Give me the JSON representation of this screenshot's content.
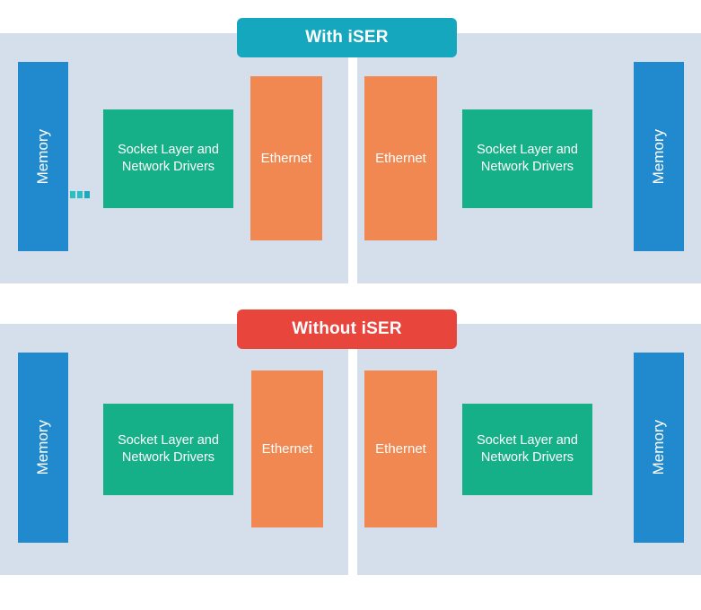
{
  "diagram": {
    "title_pills": [
      {
        "id": "with-iser",
        "label": "With iSER",
        "color": "#14a7be"
      },
      {
        "id": "without-iser",
        "label": "Without iSER",
        "color": "#e8463c"
      }
    ],
    "palette": {
      "panel_background": "#d4dfeb",
      "page_background": "#ffffff",
      "memory": "#2189ce",
      "socket_layer": "#16b088",
      "ethernet": "#f18851",
      "connector": "#2bbfc4"
    },
    "panels": [
      {
        "id": "with-iser-panel",
        "heading": "With iSER",
        "has_connector": true,
        "connector": {
          "name": "rdma-dashed-connector",
          "style": "dashed",
          "segments": 3,
          "color": "#2bbfc4",
          "from": "Memory",
          "to": "Socket Layer and Network Drivers"
        },
        "blocks": [
          {
            "id": "memory-left",
            "label": "Memory",
            "type": "memory",
            "orientation": "vertical",
            "side": "left"
          },
          {
            "id": "socket-left",
            "label": "Socket Layer and\nNetwork Drivers",
            "line1": "Socket Layer and",
            "line2": "Network Drivers",
            "type": "socket",
            "orientation": "horizontal",
            "side": "left"
          },
          {
            "id": "ethernet-left",
            "label": "Ethernet",
            "type": "ethernet",
            "orientation": "horizontal",
            "side": "left"
          },
          {
            "id": "ethernet-right",
            "label": "Ethernet",
            "type": "ethernet",
            "orientation": "horizontal",
            "side": "right"
          },
          {
            "id": "socket-right",
            "label": "Socket Layer and\nNetwork Drivers",
            "line1": "Socket Layer and",
            "line2": "Network Drivers",
            "type": "socket",
            "orientation": "horizontal",
            "side": "right"
          },
          {
            "id": "memory-right",
            "label": "Memory",
            "type": "memory",
            "orientation": "vertical",
            "side": "right"
          }
        ]
      },
      {
        "id": "without-iser-panel",
        "heading": "Without iSER",
        "has_connector": false,
        "blocks": [
          {
            "id": "memory-left",
            "label": "Memory",
            "type": "memory",
            "orientation": "vertical",
            "side": "left"
          },
          {
            "id": "socket-left",
            "label": "Socket Layer and\nNetwork Drivers",
            "line1": "Socket Layer and",
            "line2": "Network Drivers",
            "type": "socket",
            "orientation": "horizontal",
            "side": "left"
          },
          {
            "id": "ethernet-left",
            "label": "Ethernet",
            "type": "ethernet",
            "orientation": "horizontal",
            "side": "left"
          },
          {
            "id": "ethernet-right",
            "label": "Ethernet",
            "type": "ethernet",
            "orientation": "horizontal",
            "side": "right"
          },
          {
            "id": "socket-right",
            "label": "Socket Layer and\nNetwork Drivers",
            "line1": "Socket Layer and",
            "line2": "Network Drivers",
            "type": "socket",
            "orientation": "horizontal",
            "side": "right"
          },
          {
            "id": "memory-right",
            "label": "Memory",
            "type": "memory",
            "orientation": "vertical",
            "side": "right"
          }
        ]
      }
    ]
  }
}
